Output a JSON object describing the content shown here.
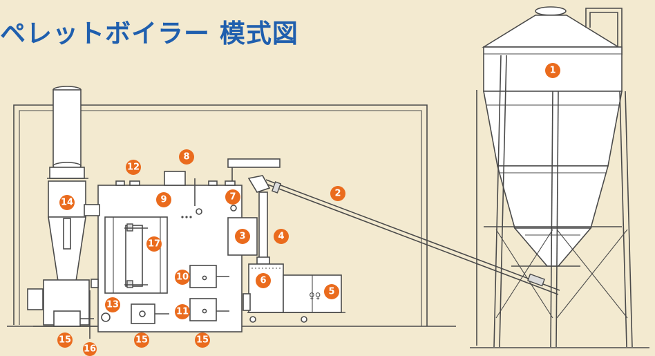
{
  "title": "ペレットボイラー 模式図",
  "colors": {
    "background": "#f3ead0",
    "title": "#1f5fae",
    "marker": "#ea6b1d",
    "line": "#4a4a4a"
  },
  "markers": [
    {
      "id": "m1",
      "label": "1"
    },
    {
      "id": "m2",
      "label": "2"
    },
    {
      "id": "m3",
      "label": "3"
    },
    {
      "id": "m4",
      "label": "4"
    },
    {
      "id": "m5",
      "label": "5"
    },
    {
      "id": "m6",
      "label": "6"
    },
    {
      "id": "m7",
      "label": "7"
    },
    {
      "id": "m8",
      "label": "8"
    },
    {
      "id": "m9",
      "label": "9"
    },
    {
      "id": "m10",
      "label": "10"
    },
    {
      "id": "m11",
      "label": "11"
    },
    {
      "id": "m12",
      "label": "12"
    },
    {
      "id": "m13",
      "label": "13"
    },
    {
      "id": "m14",
      "label": "14"
    },
    {
      "id": "m15a",
      "label": "15"
    },
    {
      "id": "m15b",
      "label": "15"
    },
    {
      "id": "m15c",
      "label": "15"
    },
    {
      "id": "m16",
      "label": "16"
    },
    {
      "id": "m17",
      "label": "17"
    }
  ]
}
